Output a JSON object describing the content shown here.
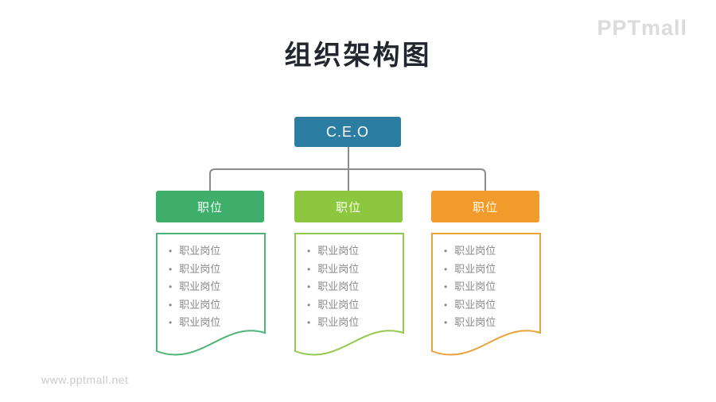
{
  "page": {
    "background": "#ffffff"
  },
  "logo": {
    "text": "PPTmall",
    "color": "#dbdbdb"
  },
  "title": {
    "text": "组织架构图",
    "color": "#23262e"
  },
  "org": {
    "root": {
      "label": "C.E.O",
      "bg": "#2b7da1",
      "text_color": "#ffffff"
    },
    "connector_color": "#8c8c8c",
    "item_text_color": "#8a8a8a",
    "bullet_glyph": "•",
    "branches": [
      {
        "label": "职位",
        "bg": "#3fae6b",
        "border": "#4fb477",
        "items": [
          "职业岗位",
          "职业岗位",
          "职业岗位",
          "职业岗位",
          "职业岗位"
        ]
      },
      {
        "label": "职位",
        "bg": "#8dc63f",
        "border": "#92c94f",
        "items": [
          "职业岗位",
          "职业岗位",
          "职业岗位",
          "职业岗位",
          "职业岗位"
        ]
      },
      {
        "label": "职位",
        "bg": "#f19b2c",
        "border": "#eca23b",
        "items": [
          "职业岗位",
          "职业岗位",
          "职业岗位",
          "职业岗位",
          "职业岗位"
        ]
      }
    ]
  },
  "watermark": {
    "text": "www.pptmall.net",
    "color": "#cbcbcb"
  }
}
